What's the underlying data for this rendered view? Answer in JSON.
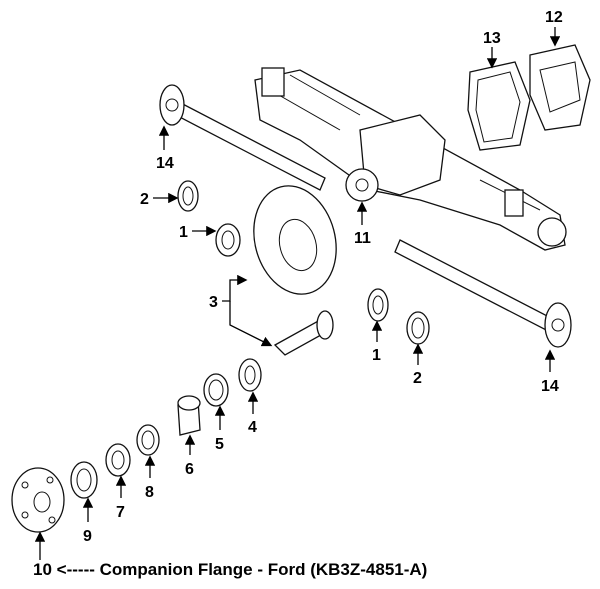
{
  "callouts": {
    "c12": "12",
    "c13": "13",
    "c14a": "14",
    "c2a": "2",
    "c1a": "1",
    "c11": "11",
    "c3": "3",
    "c1b": "1",
    "c2b": "2",
    "c14b": "14",
    "c4": "4",
    "c5": "5",
    "c6": "6",
    "c8": "8",
    "c7": "7",
    "c9": "9"
  },
  "caption": {
    "number": "10",
    "text": "<----- Companion Flange - Ford (KB3Z-4851-A)"
  }
}
